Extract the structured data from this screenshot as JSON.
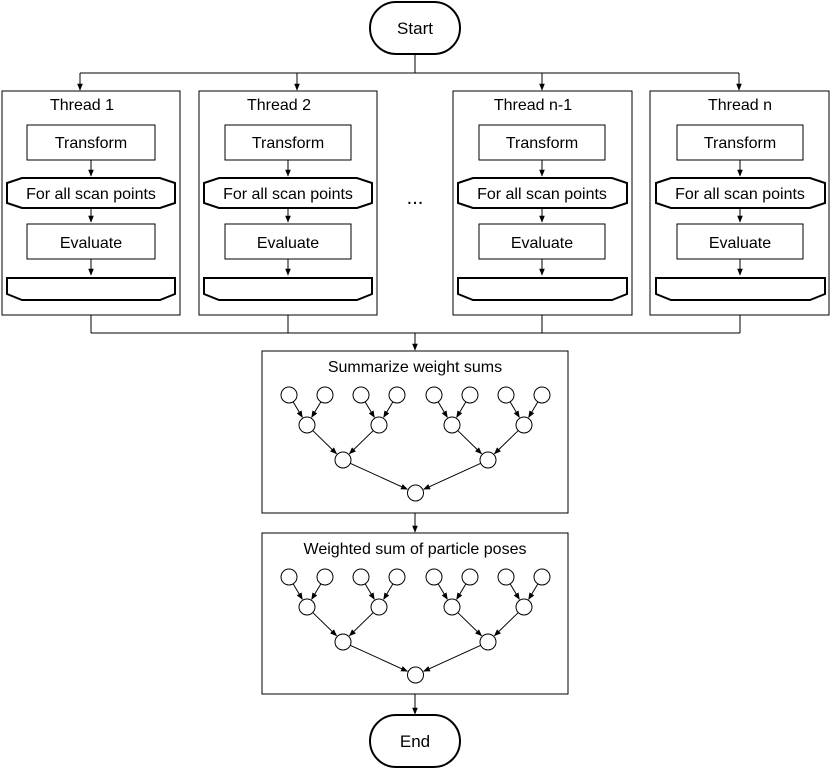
{
  "start_label": "Start",
  "end_label": "End",
  "ellipsis": "...",
  "threads": [
    {
      "title": "Thread 1",
      "transform_label": "Transform",
      "loop_label": "For all scan points",
      "evaluate_label": "Evaluate"
    },
    {
      "title": "Thread 2",
      "transform_label": "Transform",
      "loop_label": "For all scan points",
      "evaluate_label": "Evaluate"
    },
    {
      "title": "Thread n-1",
      "transform_label": "Transform",
      "loop_label": "For all scan points",
      "evaluate_label": "Evaluate"
    },
    {
      "title": "Thread n",
      "transform_label": "Transform",
      "loop_label": "For all scan points",
      "evaluate_label": "Evaluate"
    }
  ],
  "reductions": [
    {
      "title": "Summarize weight sums"
    },
    {
      "title": "Weighted sum of particle poses"
    }
  ]
}
